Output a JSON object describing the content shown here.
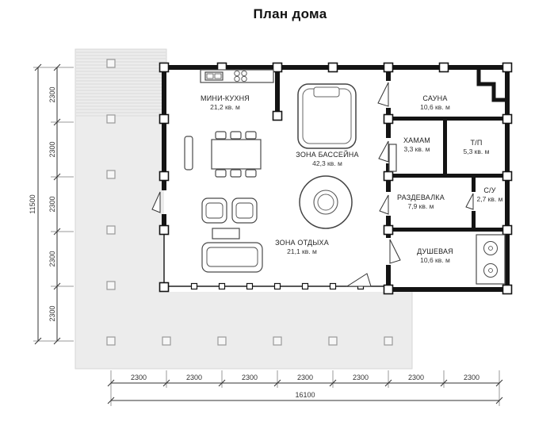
{
  "title": "План дома",
  "rooms": {
    "kitchen": {
      "name": "МИНИ-КУХНЯ",
      "area": "21,2 кв. м"
    },
    "pool": {
      "name": "ЗОНА БАССЕЙНА",
      "area": "42,3 кв. м"
    },
    "lounge": {
      "name": "ЗОНА ОТДЫХА",
      "area": "21,1 кв. м"
    },
    "sauna": {
      "name": "САУНА",
      "area": "10,6 кв. м"
    },
    "hammam": {
      "name": "ХАМАМ",
      "area": "3,3 кв. м"
    },
    "tp": {
      "name": "Т/П",
      "area": "5,3 кв. м"
    },
    "wc": {
      "name": "С/У",
      "area": "2,7 кв. м"
    },
    "changing": {
      "name": "РАЗДЕВАЛКА",
      "area": "7,9 кв. м"
    },
    "shower": {
      "name": "ДУШЕВАЯ",
      "area": "10,6 кв. м"
    }
  },
  "dimensions": {
    "left_segments": [
      "2300",
      "2300",
      "2300",
      "2300",
      "2300"
    ],
    "left_total": "11500",
    "bottom_segments": [
      "2300",
      "2300",
      "2300",
      "2300",
      "2300",
      "2300",
      "2300"
    ],
    "bottom_total": "16100"
  },
  "colors": {
    "wall": "#141414",
    "deck": "#ececec",
    "furniture_line": "#4a4a4a",
    "dimension_line": "#333333",
    "text": "#222222"
  }
}
